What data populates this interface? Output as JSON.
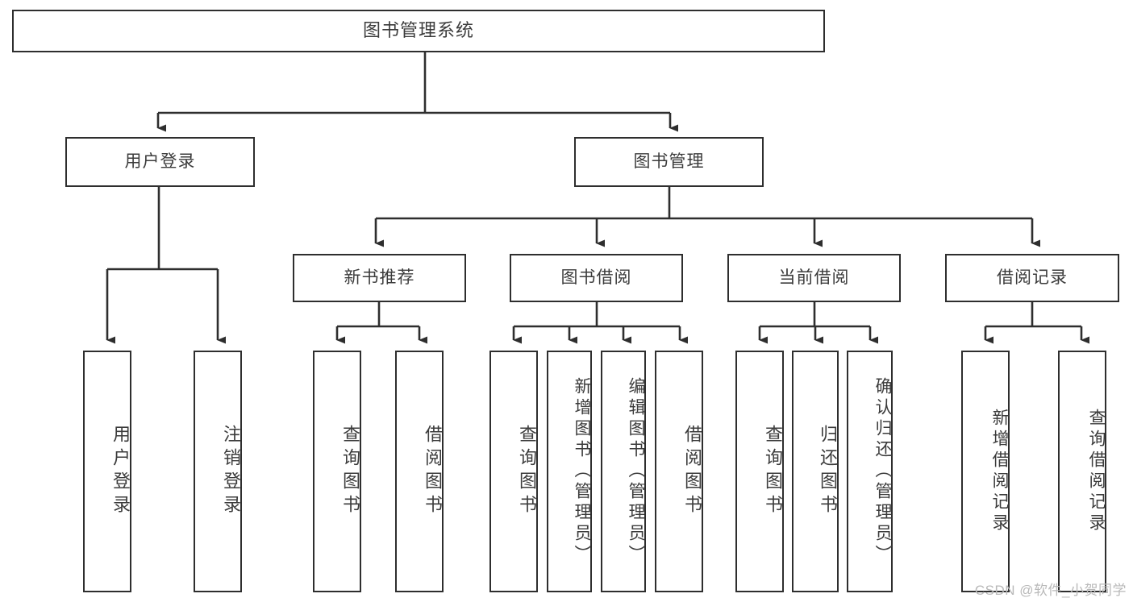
{
  "diagram": {
    "title": "图书管理系统",
    "type": "tree",
    "colors": {
      "node_border": "#2e2e2e",
      "node_fill": "#ffffff",
      "edge": "#2e2e2e",
      "text": "#3b3b3b",
      "watermark": "#b9b9b9",
      "background": "#ffffff"
    },
    "nodes": {
      "root": {
        "label": "图书管理系统"
      },
      "level2": [
        {
          "label": "用户登录"
        },
        {
          "label": "图书管理"
        }
      ],
      "level3": [
        {
          "label": "新书推荐"
        },
        {
          "label": "图书借阅"
        },
        {
          "label": "当前借阅"
        },
        {
          "label": "借阅记录"
        }
      ],
      "leaves": [
        {
          "label": "用户登录"
        },
        {
          "label": "注销登录"
        },
        {
          "label": "查询图书"
        },
        {
          "label": "借阅图书"
        },
        {
          "label": "查询图书"
        },
        {
          "label": "新增图书（管理员）"
        },
        {
          "label": "编辑图书（管理员）"
        },
        {
          "label": "借阅图书"
        },
        {
          "label": "查询图书"
        },
        {
          "label": "归还图书"
        },
        {
          "label": "确认归还（管理员）"
        },
        {
          "label": "新增借阅记录"
        },
        {
          "label": "查询借阅记录"
        }
      ]
    },
    "watermark": "CSDN @软件_小贺同学"
  }
}
